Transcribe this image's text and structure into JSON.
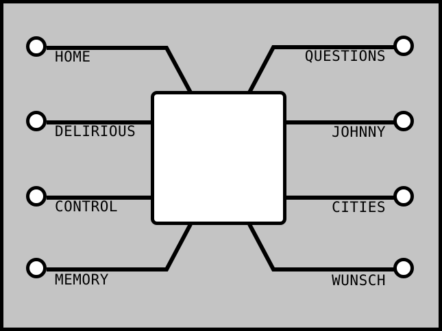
{
  "colors": {
    "background": "#c4c4c4",
    "border": "#000000",
    "wire": "#000000",
    "node_fill": "#ffffff",
    "hub_fill": "#ffffff"
  },
  "nodes": {
    "left": [
      {
        "label": "HOME",
        "icon": "circle-node-icon"
      },
      {
        "label": "DELIRIOUS",
        "icon": "circle-node-icon"
      },
      {
        "label": "CONTROL",
        "icon": "circle-node-icon"
      },
      {
        "label": "MEMORY",
        "icon": "circle-node-icon"
      }
    ],
    "right": [
      {
        "label": "QUESTIONS",
        "icon": "circle-node-icon"
      },
      {
        "label": "JOHNNY",
        "icon": "circle-node-icon"
      },
      {
        "label": "CITIES",
        "icon": "circle-node-icon"
      },
      {
        "label": "WUNSCH",
        "icon": "circle-node-icon"
      }
    ]
  }
}
